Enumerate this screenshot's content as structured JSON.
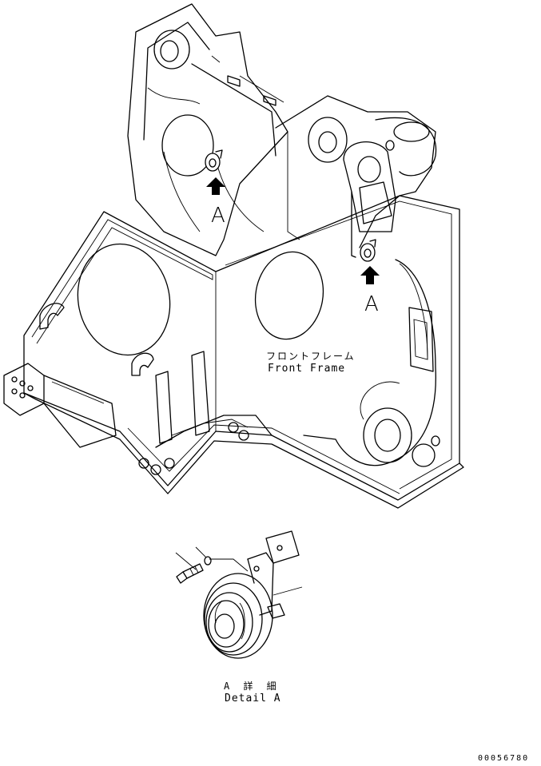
{
  "labels": {
    "callout_a_left": "A",
    "callout_a_right": "A",
    "frame_name_jp": "フロントフレーム",
    "frame_name_en": "Front Frame",
    "detail_jp": "A 詳 細",
    "detail_en": "Detail A",
    "drawing_number": "00056780"
  },
  "colors": {
    "line": "#000000",
    "background": "#ffffff"
  }
}
